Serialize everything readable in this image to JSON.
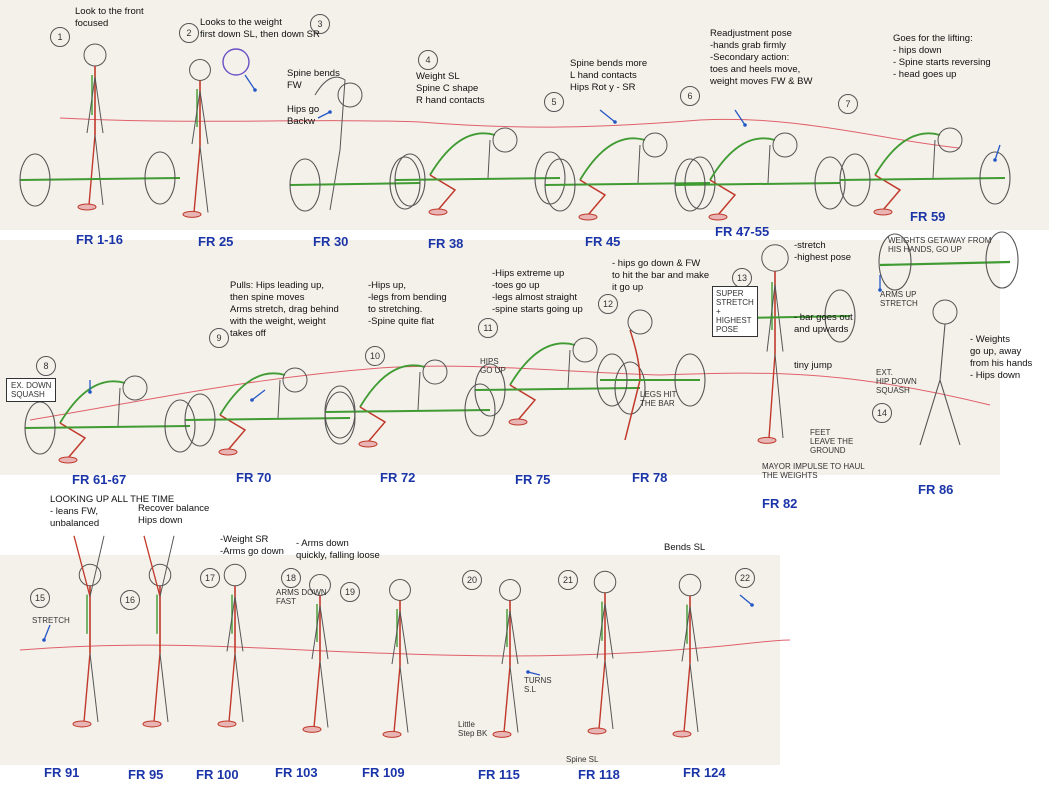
{
  "colors": {
    "frame_label": "#1b35a8",
    "trajectory": "#e0606a",
    "spine": "#3f9b32",
    "legs": "#c0392b",
    "arrow": "#2457c5",
    "pencil": "#555555",
    "paper": "#f4f1ea"
  },
  "frames": [
    {
      "num": "1",
      "frame": "FR 1-16",
      "note": "Look to the front\nfocused"
    },
    {
      "num": "2",
      "frame": "FR 25",
      "note": "Looks to the weight\nfirst down SL, then down SR"
    },
    {
      "num": "3",
      "frame": "FR 30",
      "note": "Spine bends\nFW\n\nHips go\nBackw"
    },
    {
      "num": "4",
      "frame": "FR 38",
      "note": "Weight SL\nSpine C shape\nR hand contacts"
    },
    {
      "num": "5",
      "frame": "FR 45",
      "note": "Spine bends more\nL hand contacts\nHips Rot y - SR"
    },
    {
      "num": "6",
      "frame": "FR 47-55",
      "note": "Readjustment pose\n-hands grab firmly\n-Secondary action:\ntoes and heels move,\nweight moves FW & BW"
    },
    {
      "num": "7",
      "frame": "FR 59",
      "note": "Goes for the lifting:\n- hips down\n- Spine starts reversing\n- head goes up"
    },
    {
      "num": "8",
      "frame": "FR 61-67",
      "note": ""
    },
    {
      "num": "9",
      "frame": "FR 70",
      "note": "Pulls: Hips leading up,\nthen spine moves\nArms stretch, drag behind\nwith the weight, weight\ntakes off"
    },
    {
      "num": "10",
      "frame": "FR 72",
      "note": "-Hips up,\n-legs from bending\nto stretching.\n-Spine quite flat"
    },
    {
      "num": "11",
      "frame": "FR 75",
      "note": "-Hips extreme up\n-toes go up\n-legs almost straight\n-spine starts going up"
    },
    {
      "num": "12",
      "frame": "FR 78",
      "note": "- hips go down & FW\nto hit the bar and make\nit go up"
    },
    {
      "num": "13",
      "frame": "FR 82",
      "note": "-stretch\n-highest pose\n\n\n\n\n- bar goes out\nand upwards\n\n\ntiny jump"
    },
    {
      "num": "14",
      "frame": "FR 86",
      "note": "- Weights\ngo up, away\nfrom his hands\n- Hips down"
    },
    {
      "num": "15",
      "frame": "FR 91",
      "note": "LOOKING UP ALL THE TIME\n- leans FW,\nunbalanced"
    },
    {
      "num": "16",
      "frame": "FR 95",
      "note": "Recover balance\nHips down"
    },
    {
      "num": "17",
      "frame": "FR 100",
      "note": "-Weight SR\n-Arms go down"
    },
    {
      "num": "18",
      "frame": "FR 103",
      "note": "- Arms down\nquickly, falling loose"
    },
    {
      "num": "19",
      "frame": "FR 109",
      "note": ""
    },
    {
      "num": "20",
      "frame": "FR 115",
      "note": ""
    },
    {
      "num": "21",
      "frame": "FR 118",
      "note": ""
    },
    {
      "num": "22",
      "frame": "FR 124",
      "note": "Bends SL"
    }
  ],
  "handwritten": {
    "ex_down_squash": "EX. DOWN\nSQUASH",
    "hips_go_up": "HIPS\nGO UP",
    "legs_hit_bar": "LEGS HIT\nTHE BAR",
    "super_stretch": "SUPER\nSTRETCH\n+\nHIGHEST\nPOSE",
    "feet_leave_ground": "FEET\nLEAVE THE\nGROUND",
    "mayor_impulse": "MAYOR IMPULSE TO HAUL\nTHE WEIGHTS",
    "weights_getaway": "WEIGHTS GETAWAY FROM\nHIS HANDS, GO UP",
    "arms_up_stretch": "ARMS UP\nSTRETCH",
    "ext_hip_down_squash": "EXT.\nHIP DOWN\nSQUASH",
    "stretch": "STRETCH",
    "arms_down_fast": "ARMS DOWN\nFAST",
    "little_step_bk": "Little\nStep BK",
    "turns_sl": "TURNS\nS.L",
    "spine_sl": "Spine SL"
  }
}
